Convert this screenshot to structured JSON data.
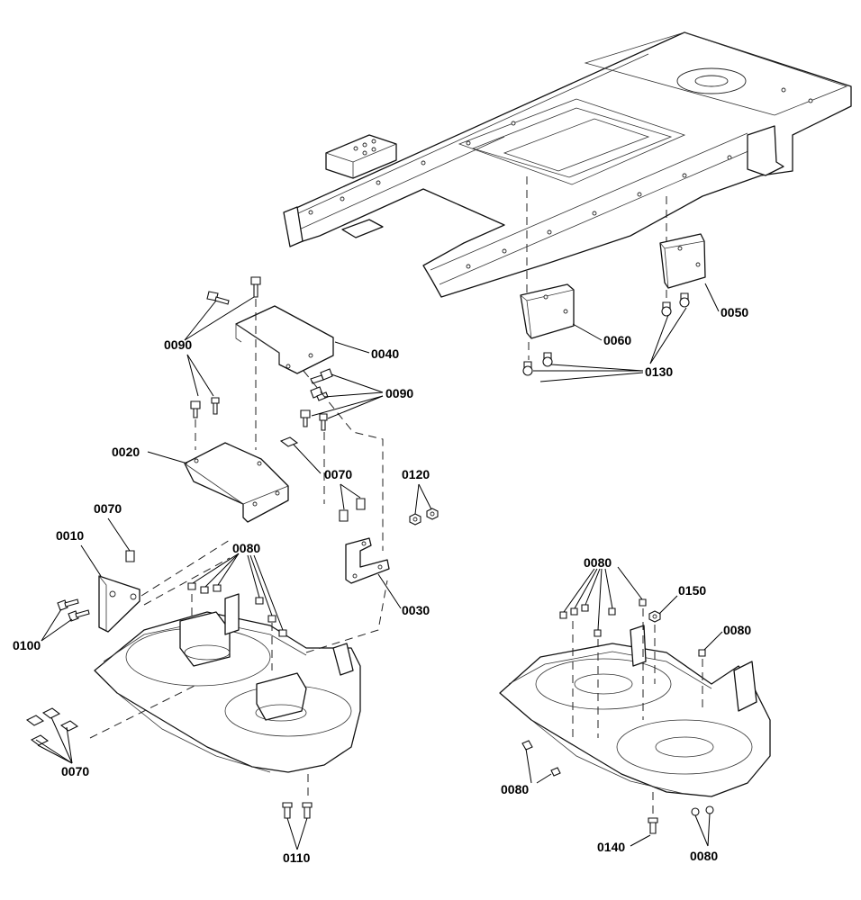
{
  "callouts": {
    "p0010": "0010",
    "p0020": "0020",
    "p0030": "0030",
    "p0040": "0040",
    "p0050": "0050",
    "p0060": "0060",
    "p0070_a": "0070",
    "p0070_b": "0070",
    "p0070_c": "0070",
    "p0080_a": "0080",
    "p0080_b": "0080",
    "p0080_c": "0080",
    "p0080_d": "0080",
    "p0080_e": "0080",
    "p0090_a": "0090",
    "p0090_b": "0090",
    "p0100": "0100",
    "p0110": "0110",
    "p0120": "0120",
    "p0130": "0130",
    "p0140": "0140",
    "p0150": "0150"
  },
  "colors": {
    "line": "#111111",
    "background": "#ffffff"
  }
}
